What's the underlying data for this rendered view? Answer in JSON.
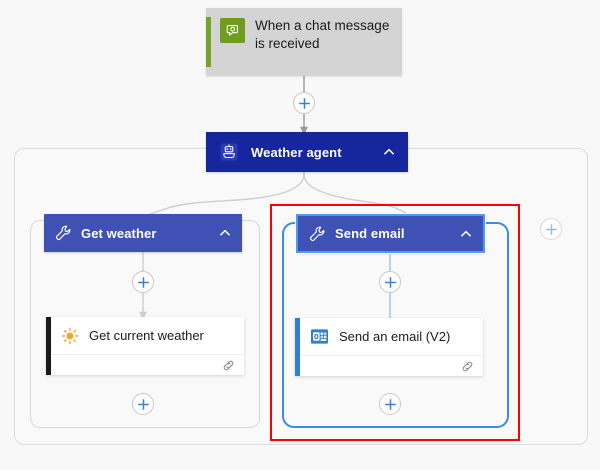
{
  "workflow": {
    "trigger": {
      "label": "When a chat message\nis received",
      "line1": "When a chat message",
      "line2": "is received",
      "icon": "teams-chat-icon",
      "accent_color": "#79a329",
      "tile_color": "#6f9c21",
      "background": "#d4d4d4"
    },
    "agent": {
      "title": "Weather agent",
      "icon": "robot-agent-icon",
      "chevron": "chevron-up-icon",
      "color": "#16269c"
    },
    "tools": [
      {
        "title": "Get weather",
        "icon": "wrench-icon",
        "chevron": "chevron-up-icon",
        "color": "#3f51b5",
        "selected": false,
        "action": {
          "label": "Get current weather",
          "icon": "sun-weather-icon",
          "accent_color": "#1a1a1a",
          "link_icon": "chain-link-icon"
        }
      },
      {
        "title": "Send email",
        "icon": "wrench-icon",
        "chevron": "chevron-up-icon",
        "color": "#3f51b5",
        "selected": true,
        "selection_border": "#4a9bf0",
        "action": {
          "label": "Send an email (V2)",
          "icon": "outlook-icon",
          "accent_color": "#2f7fd1",
          "link_icon": "chain-link-icon"
        }
      }
    ],
    "add_buttons": [
      {
        "name": "add-step-after-trigger",
        "glyph": "+"
      },
      {
        "name": "add-step-in-get-weather",
        "glyph": "+"
      },
      {
        "name": "add-step-in-send-email",
        "glyph": "+"
      },
      {
        "name": "add-step-end-get-weather",
        "glyph": "+"
      },
      {
        "name": "add-step-end-send-email",
        "glyph": "+"
      },
      {
        "name": "add-tool-to-agent",
        "glyph": "+"
      }
    ],
    "annotation": {
      "type": "highlight-rectangle",
      "color": "#ff0000",
      "target": "Send email"
    },
    "colors": {
      "canvas": "#f8f8f8",
      "agent_blue": "#16269c",
      "tool_blue": "#3f51b5",
      "selected_blue": "#4a9bf0",
      "connector_gray": "#9a9a9a",
      "connector_blue": "#3b8ae5",
      "plus_blue": "#3b7dd8",
      "annotation_red": "#ff0000"
    }
  }
}
